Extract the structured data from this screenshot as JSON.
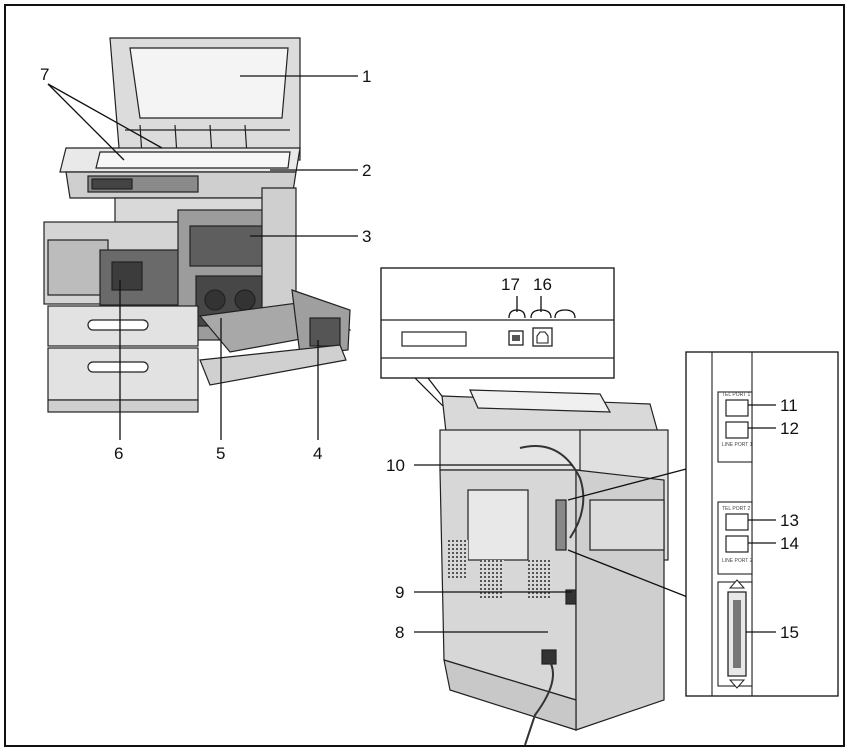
{
  "callouts": {
    "c1": "1",
    "c2": "2",
    "c3": "3",
    "c4": "4",
    "c5": "5",
    "c6": "6",
    "c7": "7",
    "c8": "8",
    "c9": "9",
    "c10": "10",
    "c11": "11",
    "c12": "12",
    "c13": "13",
    "c14": "14",
    "c15": "15",
    "c16": "16",
    "c17": "17"
  },
  "port_labels": {
    "tel_port_1": "TEL PORT 1",
    "line_port_1": "LINE PORT 1",
    "tel_port_2": "TEL PORT 2",
    "line_port_2": "LINE PORT 2"
  },
  "colors": {
    "line": "#111111",
    "body_light": "#e6e6e6",
    "body_mid": "#bdbdbd",
    "body_dark": "#5a5a5a",
    "glass": "#f2f2f2"
  }
}
